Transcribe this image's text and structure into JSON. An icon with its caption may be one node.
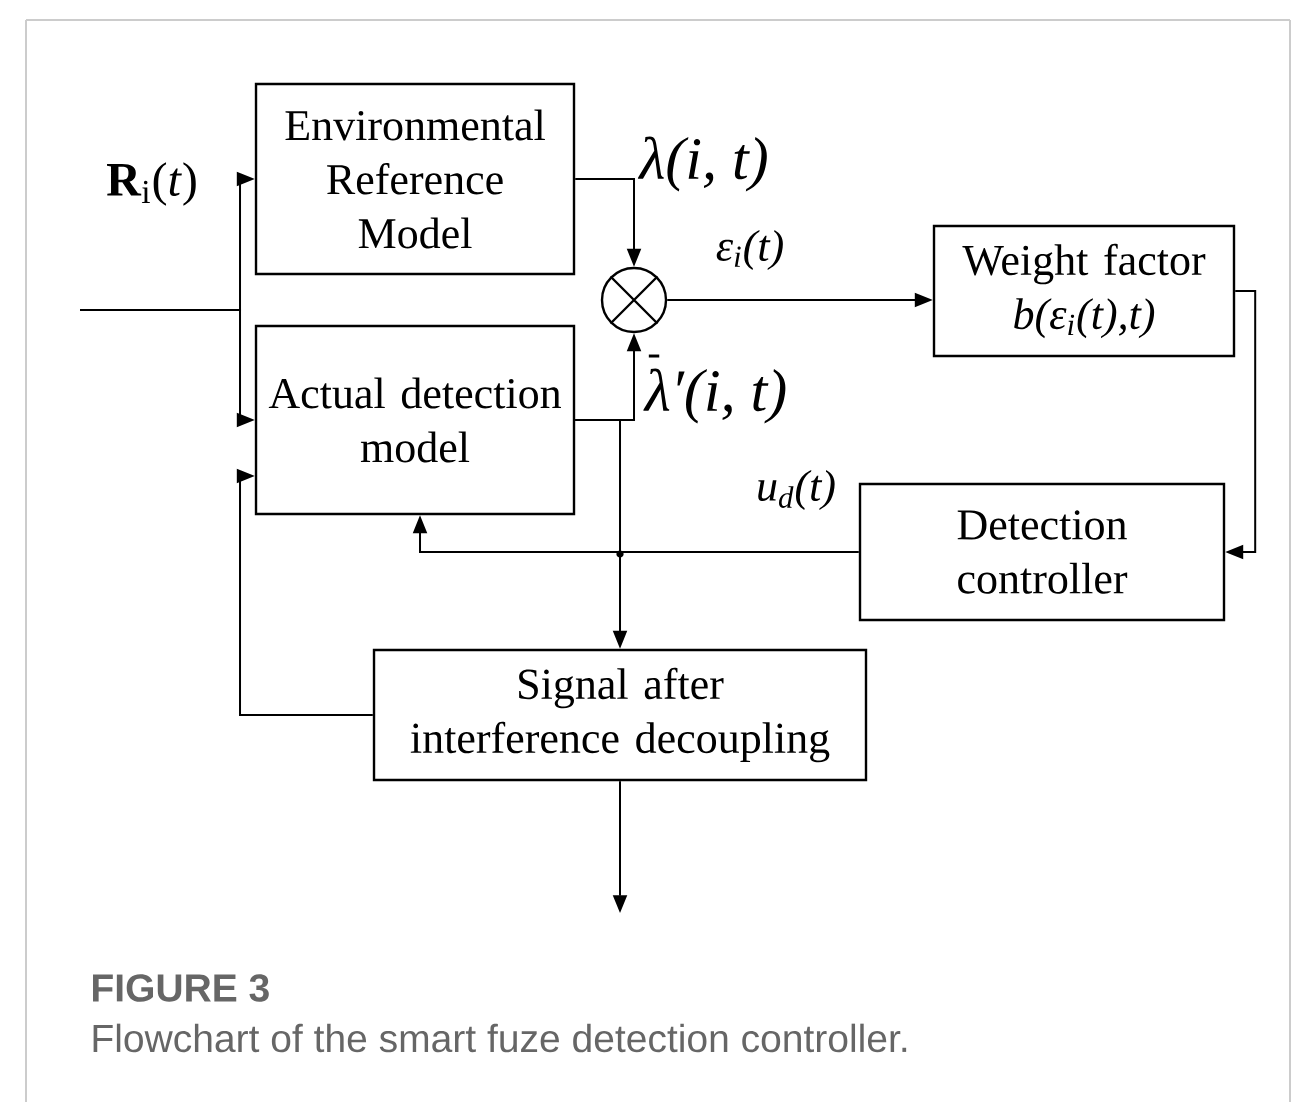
{
  "diagram": {
    "title": "FIGURE 3",
    "caption": "Flowchart of the smart fuze detection controller.",
    "nodes": [
      {
        "text": [
          "Environmental Reference Model"
        ]
      },
      {
        "text": [],
        "shape": "circle"
      },
      {
        "text": [
          "Actual detection model"
        ]
      },
      {
        "text": [
          "Weight factor",
          "b(ε$_{i}$(t),t)"
        ]
      },
      {
        "text": [
          "Detection controller"
        ]
      },
      {
        "text": [
          "Signal after interference decoupling"
        ]
      }
    ],
    "edges": [
      {
        "from": null,
        "to": 0,
        "arrow": "to"
      },
      {
        "from": null,
        "to": 2,
        "arrow": "to"
      },
      {
        "from": 0,
        "to": 1,
        "arrow": "to",
        "label": "λ(i, t)"
      },
      {
        "from": 2,
        "to": 1,
        "arrow": "to",
        "label": "λ′(i, t)"
      },
      {
        "from": 1,
        "to": 3,
        "arrow": "to",
        "label": "ε$_{i}$(t)"
      },
      {
        "from": 3,
        "to": 4,
        "arrow": "to"
      },
      {
        "from": 4,
        "to": 2,
        "arrow": "to",
        "label": "u$_{d}$(t)"
      },
      {
        "from": 2,
        "to": 5,
        "arrow": "to"
      },
      {
        "from": 5,
        "to": 2,
        "arrow": "to"
      },
      {
        "from": 5,
        "to": null,
        "arrow": "to"
      }
    ],
    "labels": [
      "**R**$_{i}$(*t*)",
      "-"
    ]
  }
}
